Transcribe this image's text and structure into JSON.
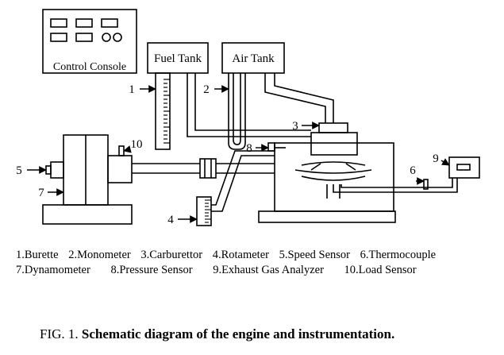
{
  "control_console": {
    "label": "Control Console"
  },
  "fuel_tank": {
    "label": "Fuel Tank"
  },
  "air_tank": {
    "label": "Air Tank"
  },
  "callouts": [
    "1",
    "2",
    "3",
    "4",
    "5",
    "6",
    "7",
    "8",
    "9",
    "10"
  ],
  "legend": {
    "row1": [
      "1.Burette",
      "2.Monometer",
      "3.Carburettor",
      "4.Rotameter",
      "5.Speed Sensor",
      "6.Thermocouple"
    ],
    "row2": [
      "7.Dynamometer",
      "8.Pressure Sensor",
      "9.Exhaust Gas Analyzer",
      "10.Load Sensor"
    ]
  },
  "caption": {
    "prefix": "FIG. 1.",
    "title": "Schematic diagram of the engine and instrumentation."
  }
}
